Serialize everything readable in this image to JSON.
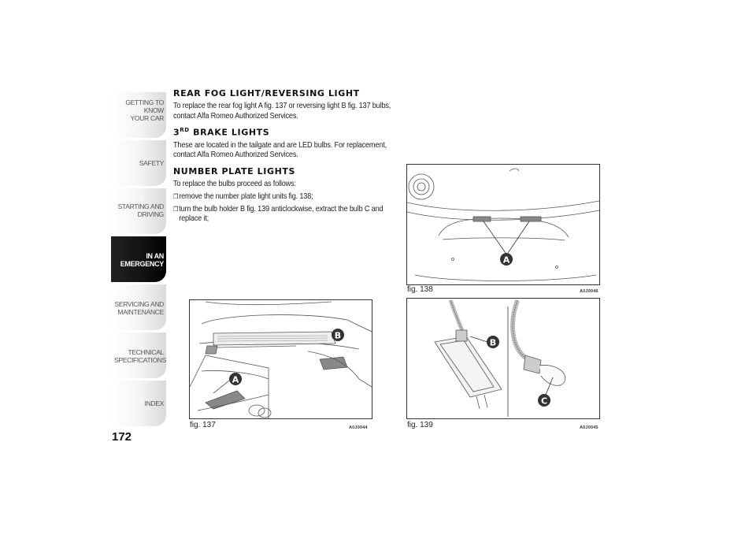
{
  "sidebar": {
    "tabs": [
      {
        "label_line1": "GETTING TO KNOW",
        "label_line2": "YOUR CAR"
      },
      {
        "label_line1": "SAFETY",
        "label_line2": ""
      },
      {
        "label_line1": "STARTING AND",
        "label_line2": "DRIVING"
      },
      {
        "label_line1": "IN AN",
        "label_line2": "EMERGENCY"
      },
      {
        "label_line1": "SERVICING AND",
        "label_line2": "MAINTENANCE"
      },
      {
        "label_line1": "TECHNICAL",
        "label_line2": "SPECIFICATIONS"
      },
      {
        "label_line1": "INDEX",
        "label_line2": ""
      }
    ],
    "active_index": 3
  },
  "page_number": "172",
  "sections": {
    "rear_fog": {
      "title": "REAR FOG LIGHT/REVERSING LIGHT",
      "text": "To replace the rear fog light A fig. 137 or reversing light B fig. 137 bulbs, contact Alfa Romeo Authorized Services."
    },
    "brake": {
      "title_prefix": "3",
      "title_sup": "rd",
      "title_rest": " BRAKE LIGHTS",
      "text": "These are located in the tailgate and are LED bulbs. For replacement, contact Alfa Romeo Authorized Services."
    },
    "number_plate": {
      "title": "NUMBER PLATE LIGHTS",
      "intro": "To replace the bulbs proceed as follows:",
      "bullets": [
        "remove the number plate light units fig. 138;",
        "turn the bulb holder B fig. 139 anticlockwise, extract the bulb C and replace it;"
      ]
    }
  },
  "figures": {
    "fig137": {
      "caption": "fig. 137",
      "code": "A0J0044",
      "labels": [
        "A",
        "B"
      ]
    },
    "fig138": {
      "caption": "fig. 138",
      "code": "A0J0046",
      "labels": [
        "A"
      ]
    },
    "fig139": {
      "caption": "fig. 139",
      "code": "A0J0045",
      "labels": [
        "B",
        "C"
      ]
    }
  },
  "colors": {
    "tab_active": "#111111",
    "label_circle": "#333333"
  }
}
